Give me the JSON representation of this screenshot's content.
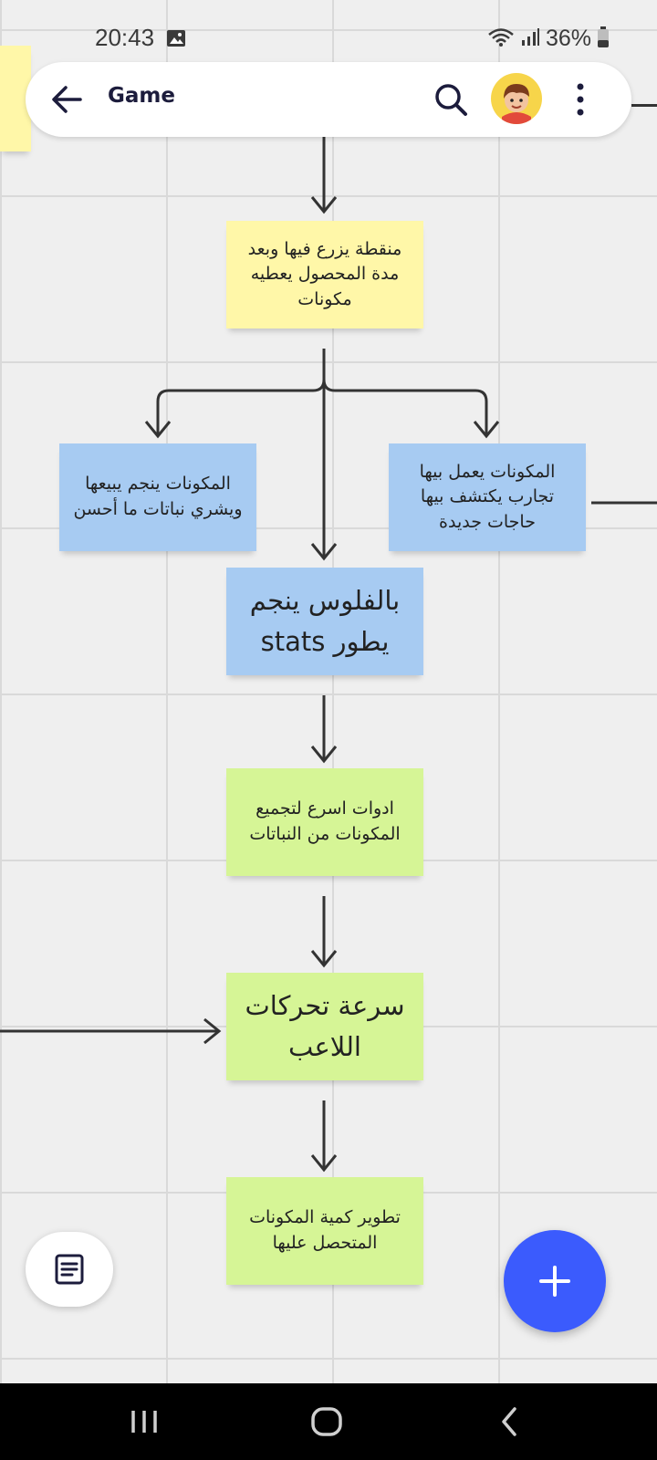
{
  "status_bar": {
    "time": "20:43",
    "battery": "36%",
    "icons": [
      "gallery-icon",
      "wifi-icon",
      "signal-icon",
      "battery-icon"
    ]
  },
  "header": {
    "title": "Game",
    "icons": [
      "back-arrow-icon",
      "search-icon",
      "avatar",
      "more-vertical-icon"
    ]
  },
  "notes": [
    {
      "id": "farm-area",
      "color": "yellow",
      "text": "منقطة يزرع فيها وبعد مدة المحصول يعطيه مكونات"
    },
    {
      "id": "sell-ingredients",
      "color": "blue",
      "text": "المكونات ينجم يبيعها ويشري نباتات ما أحسن"
    },
    {
      "id": "experiment-ingredients",
      "color": "blue",
      "text": "المكونات يعمل بيها تجارب يكتشف بيها حاجات جديدة"
    },
    {
      "id": "money-stats",
      "color": "blue",
      "text": "بالفلوس ينجم يطور stats"
    },
    {
      "id": "faster-tools",
      "color": "green",
      "text": "ادوات اسرع لتجميع المكونات من النباتات"
    },
    {
      "id": "player-speed",
      "color": "green",
      "text": "سرعة تحركات اللاعب"
    },
    {
      "id": "ingredient-amount",
      "color": "green",
      "text": "تطوير كمية المكونات المتحصل عليها"
    }
  ],
  "colors": {
    "yellow": "#fff7a8",
    "blue": "#a7cbf2",
    "green": "#d6f596",
    "fab": "#3b5bfd",
    "connector": "#333333"
  },
  "actions": {
    "fab_icon": "plus-icon",
    "doc_icon": "document-icon"
  },
  "navigation": {
    "icons": [
      "recent-apps-icon",
      "home-icon",
      "back-icon"
    ]
  }
}
